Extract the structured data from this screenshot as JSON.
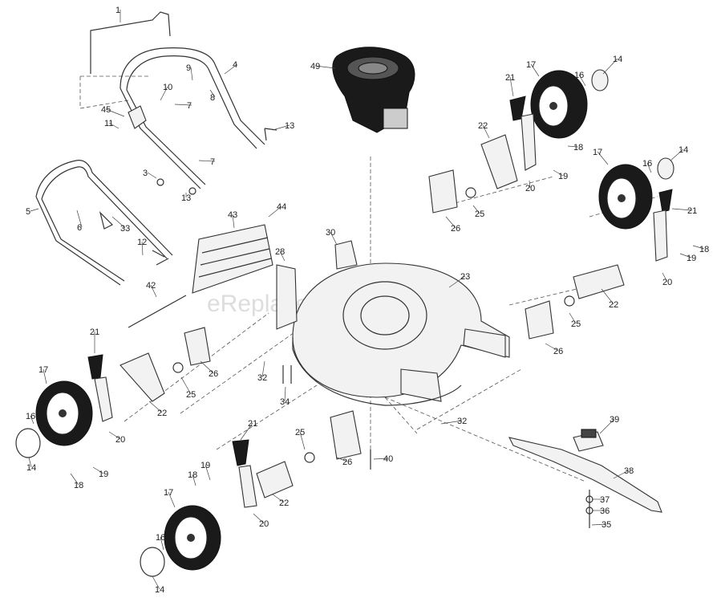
{
  "watermark": "eReplacementParts.com",
  "labels": [
    {
      "num": "1"
    },
    {
      "num": "4"
    },
    {
      "num": "9"
    },
    {
      "num": "8"
    },
    {
      "num": "10"
    },
    {
      "num": "7"
    },
    {
      "num": "45"
    },
    {
      "num": "11"
    },
    {
      "num": "13"
    },
    {
      "num": "7"
    },
    {
      "num": "3"
    },
    {
      "num": "13"
    },
    {
      "num": "5"
    },
    {
      "num": "6"
    },
    {
      "num": "33"
    },
    {
      "num": "12"
    },
    {
      "num": "43"
    },
    {
      "num": "44"
    },
    {
      "num": "42"
    },
    {
      "num": "28"
    },
    {
      "num": "30"
    },
    {
      "num": "23"
    },
    {
      "num": "49"
    },
    {
      "num": "17"
    },
    {
      "num": "14"
    },
    {
      "num": "21"
    },
    {
      "num": "16"
    },
    {
      "num": "22"
    },
    {
      "num": "18"
    },
    {
      "num": "19"
    },
    {
      "num": "20"
    },
    {
      "num": "26"
    },
    {
      "num": "25"
    },
    {
      "num": "17"
    },
    {
      "num": "14"
    },
    {
      "num": "16"
    },
    {
      "num": "21"
    },
    {
      "num": "18"
    },
    {
      "num": "19"
    },
    {
      "num": "20"
    },
    {
      "num": "22"
    },
    {
      "num": "25"
    },
    {
      "num": "26"
    },
    {
      "num": "21"
    },
    {
      "num": "17"
    },
    {
      "num": "26"
    },
    {
      "num": "25"
    },
    {
      "num": "22"
    },
    {
      "num": "16"
    },
    {
      "num": "20"
    },
    {
      "num": "14"
    },
    {
      "num": "18"
    },
    {
      "num": "19"
    },
    {
      "num": "32"
    },
    {
      "num": "34"
    },
    {
      "num": "32"
    },
    {
      "num": "39"
    },
    {
      "num": "38"
    },
    {
      "num": "37"
    },
    {
      "num": "36"
    },
    {
      "num": "35"
    },
    {
      "num": "40"
    },
    {
      "num": "21"
    },
    {
      "num": "25"
    },
    {
      "num": "26"
    },
    {
      "num": "18"
    },
    {
      "num": "19"
    },
    {
      "num": "17"
    },
    {
      "num": "22"
    },
    {
      "num": "20"
    },
    {
      "num": "16"
    },
    {
      "num": "14"
    }
  ]
}
